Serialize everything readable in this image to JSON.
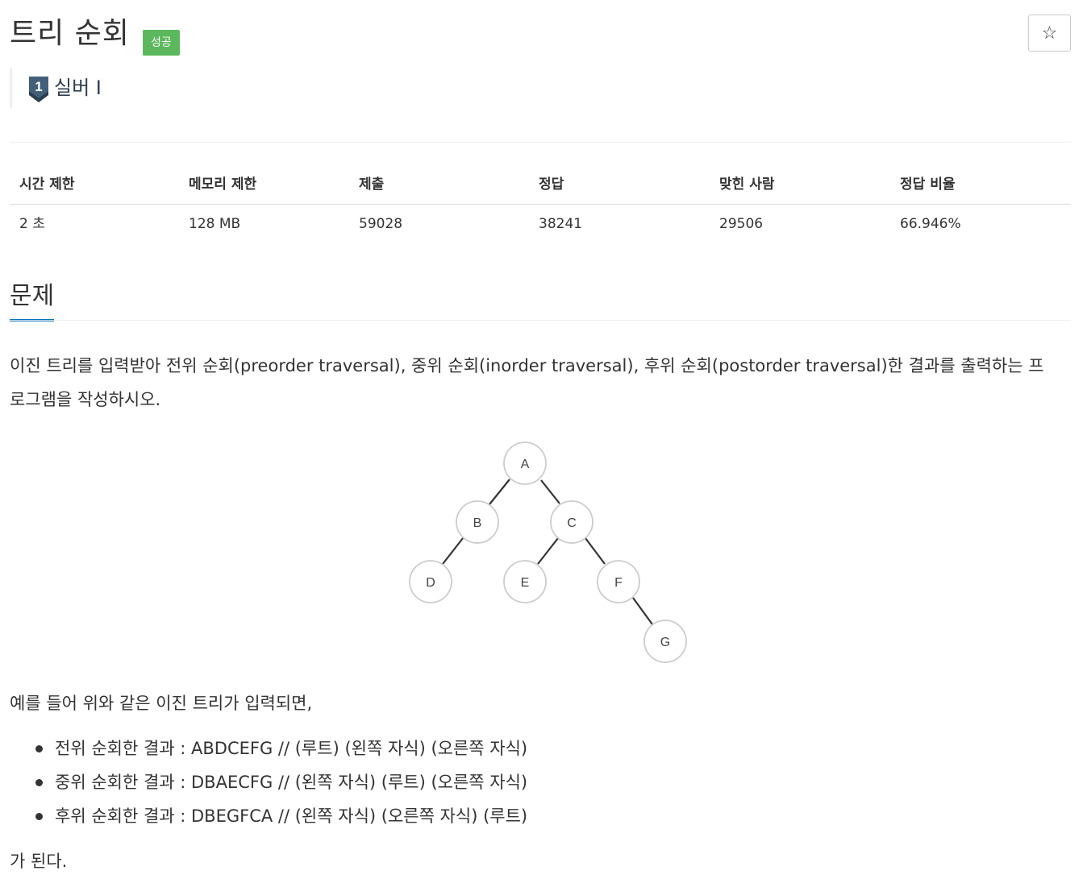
{
  "problem": {
    "title": "트리 순회",
    "status_badge": "성공",
    "tier_label": "실버 I",
    "tier_number": "1"
  },
  "stats": {
    "headers": [
      "시간 제한",
      "메모리 제한",
      "제출",
      "정답",
      "맞힌 사람",
      "정답 비율"
    ],
    "values": [
      "2 초",
      "128 MB",
      "59028",
      "38241",
      "29506",
      "66.946%"
    ]
  },
  "section": {
    "title": "문제"
  },
  "description": {
    "line1": "이진 트리를 입력받아 전위 순회(preorder traversal), 중위 순회(inorder traversal), 후위 순회(postorder traversal)한 결과를 출력하는 프",
    "line2": "로그램을 작성하시오.",
    "example_intro": "예를 들어 위와 같은 이진 트리가 입력되면,",
    "items": [
      "전위 순회한 결과 : ABDCEFG // (루트) (왼쪽 자식) (오른쪽 자식)",
      "중위 순회한 결과 : DBAECFG // (왼쪽 자식) (루트) (오른쪽 자식)",
      "후위 순회한 결과 : DBEGFCA // (왼쪽 자식) (오른쪽 자식) (루트)"
    ],
    "outro": "가 된다."
  },
  "tree": {
    "nodes": [
      "A",
      "B",
      "C",
      "D",
      "E",
      "F",
      "G"
    ]
  },
  "colors": {
    "badge": "#5cb85c",
    "accent": "#0076c0",
    "tier": "#435f7a"
  },
  "icons": {
    "star": "☆"
  }
}
